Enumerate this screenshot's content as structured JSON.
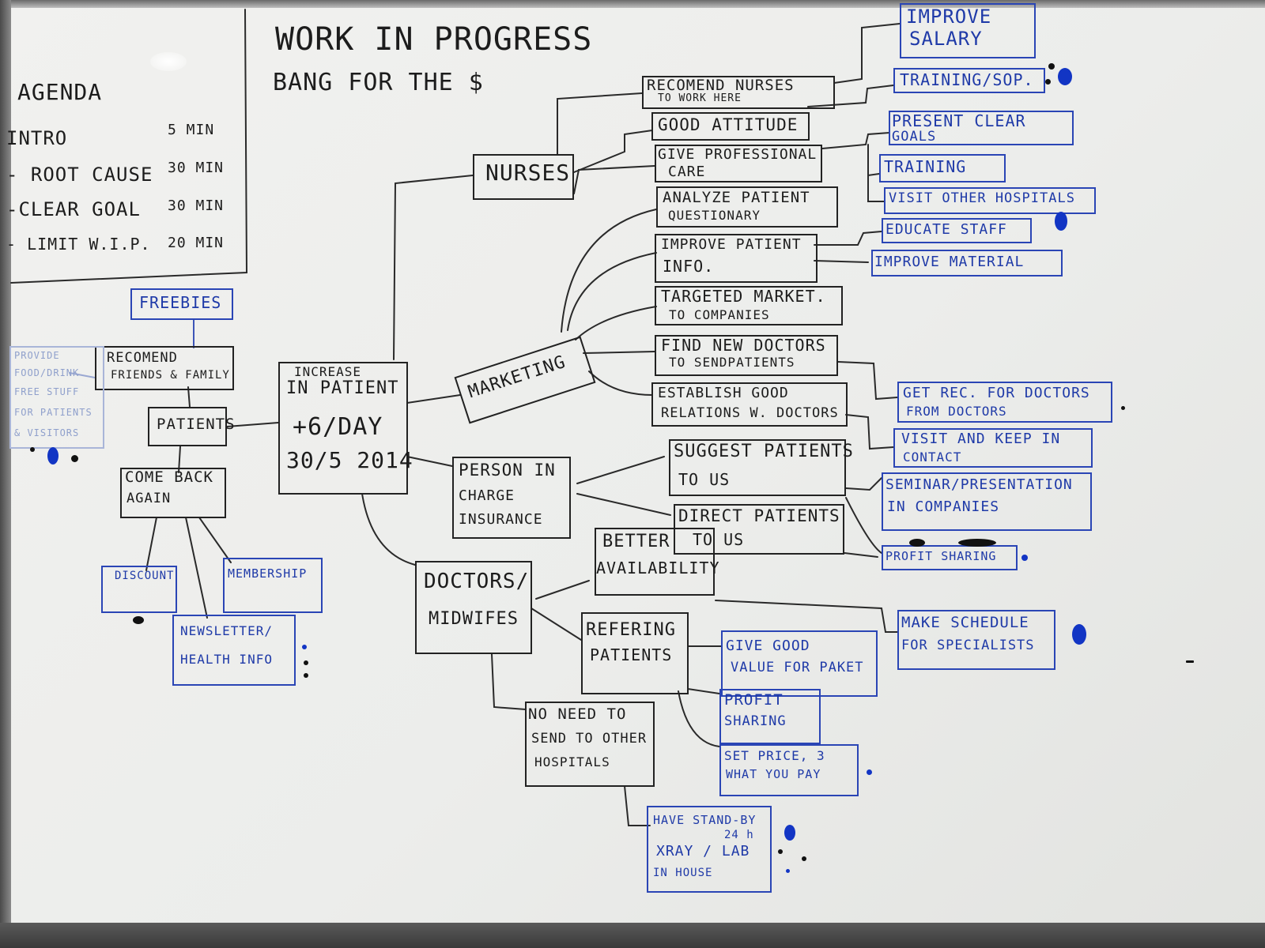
{
  "header": {
    "title": "WORK IN PROGRESS",
    "subtitle": "BANG FOR THE $"
  },
  "agenda": {
    "title": "AGENDA",
    "items": [
      {
        "label": "INTRO",
        "time": "5 MIN"
      },
      {
        "label": "- ROOT CAUSE",
        "time": "30 MIN"
      },
      {
        "label": "-CLEAR GOAL",
        "time": "30 MIN"
      },
      {
        "label": "- LIMIT W.I.P.",
        "time": "20 MIN"
      }
    ]
  },
  "center": {
    "line1": "INCREASE",
    "line2": "IN PATIENT",
    "line3": "+6/DAY",
    "line4": "30/5 2014"
  },
  "branches": {
    "nurses": "NURSES",
    "marketing": "MARKETING",
    "insurance": [
      "PERSON IN",
      "CHARGE",
      "INSURANCE"
    ],
    "doctors": [
      "DOCTORS/",
      "MIDWIFES"
    ],
    "patients": "PATIENTS"
  },
  "nurse_items": {
    "recommend": [
      "RECOMEND NURSES",
      "TO WORK HERE"
    ],
    "attitude": "GOOD ATTITUDE",
    "care": [
      "GIVE PROFESSIONAL",
      "CARE"
    ],
    "salary": [
      "IMPROVE",
      "SALARY"
    ],
    "training_sop": "TRAINING/SOP.",
    "goals": [
      "PRESENT CLEAR",
      "GOALS"
    ],
    "training": "TRAINING",
    "visit_hospitals": "VISIT OTHER HOSPITALS"
  },
  "marketing_items": {
    "questionary": [
      "ANALYZE PATIENT",
      "QUESTIONARY"
    ],
    "patient_info": [
      "IMPROVE PATIENT",
      "INFO."
    ],
    "educate": "EDUCATE STAFF",
    "material": "IMPROVE MATERIAL",
    "targeted": [
      "TARGETED MARKET.",
      "TO COMPANIES"
    ],
    "find_doctors": [
      "FIND NEW DOCTORS",
      "TO SENDPATIENTS"
    ],
    "relations": [
      "ESTABLISH GOOD",
      "RELATIONS W. DOCTORS"
    ],
    "get_rec": [
      "GET REC. FOR DOCTORS",
      "FROM DOCTORS"
    ],
    "visit_contact": [
      "VISIT AND KEEP IN",
      "CONTACT"
    ]
  },
  "insurance_items": {
    "suggest": [
      "SUGGEST PATIENTS",
      "TO US"
    ],
    "direct": [
      "DIRECT PATIENTS",
      "TO US"
    ],
    "seminar": [
      "SEMINAR/PRESENTATION",
      "IN COMPANIES"
    ],
    "profit": "PROFIT SHARING"
  },
  "doctor_items": {
    "availability": [
      "BETTER",
      "AVAILABILITY"
    ],
    "referring": [
      "REFERING",
      "PATIENTS"
    ],
    "schedule": [
      "MAKE SCHEDULE",
      "FOR SPECIALISTS"
    ],
    "value": [
      "GIVE GOOD",
      "VALUE FOR PAKET"
    ],
    "profit2": [
      "PROFIT",
      "SHARING"
    ],
    "price": [
      "SET PRICE, 3",
      "WHAT YOU PAY"
    ],
    "no_need": [
      "NO NEED TO",
      "SEND TO OTHER",
      "HOSPITALS"
    ],
    "standby": [
      "HAVE STAND-BY",
      "24 h",
      "XRAY / LAB",
      "IN HOUSE"
    ]
  },
  "patient_items": {
    "freebies": "FREEBIES",
    "recommend": [
      "RECOMEND",
      "FRIENDS & FAMILY"
    ],
    "provide_food": [
      "PROVIDE",
      "FOOD/DRINK",
      "FREE STUFF",
      "FOR PATIENTS",
      "& VISITORS"
    ],
    "come_back": [
      "COME BACK",
      "AGAIN"
    ],
    "discount": "DISCOUNT",
    "membership": "MEMBERSHIP",
    "newsletter": [
      "NEWSLETTER/",
      "HEALTH INFO"
    ]
  },
  "colors": {
    "board": "#ecedeb",
    "black_marker": "#1c1c1c",
    "blue_marker": "#1f3aa8",
    "faint_marker": "#8fa0cc",
    "vote_dot": "#1235c4"
  }
}
